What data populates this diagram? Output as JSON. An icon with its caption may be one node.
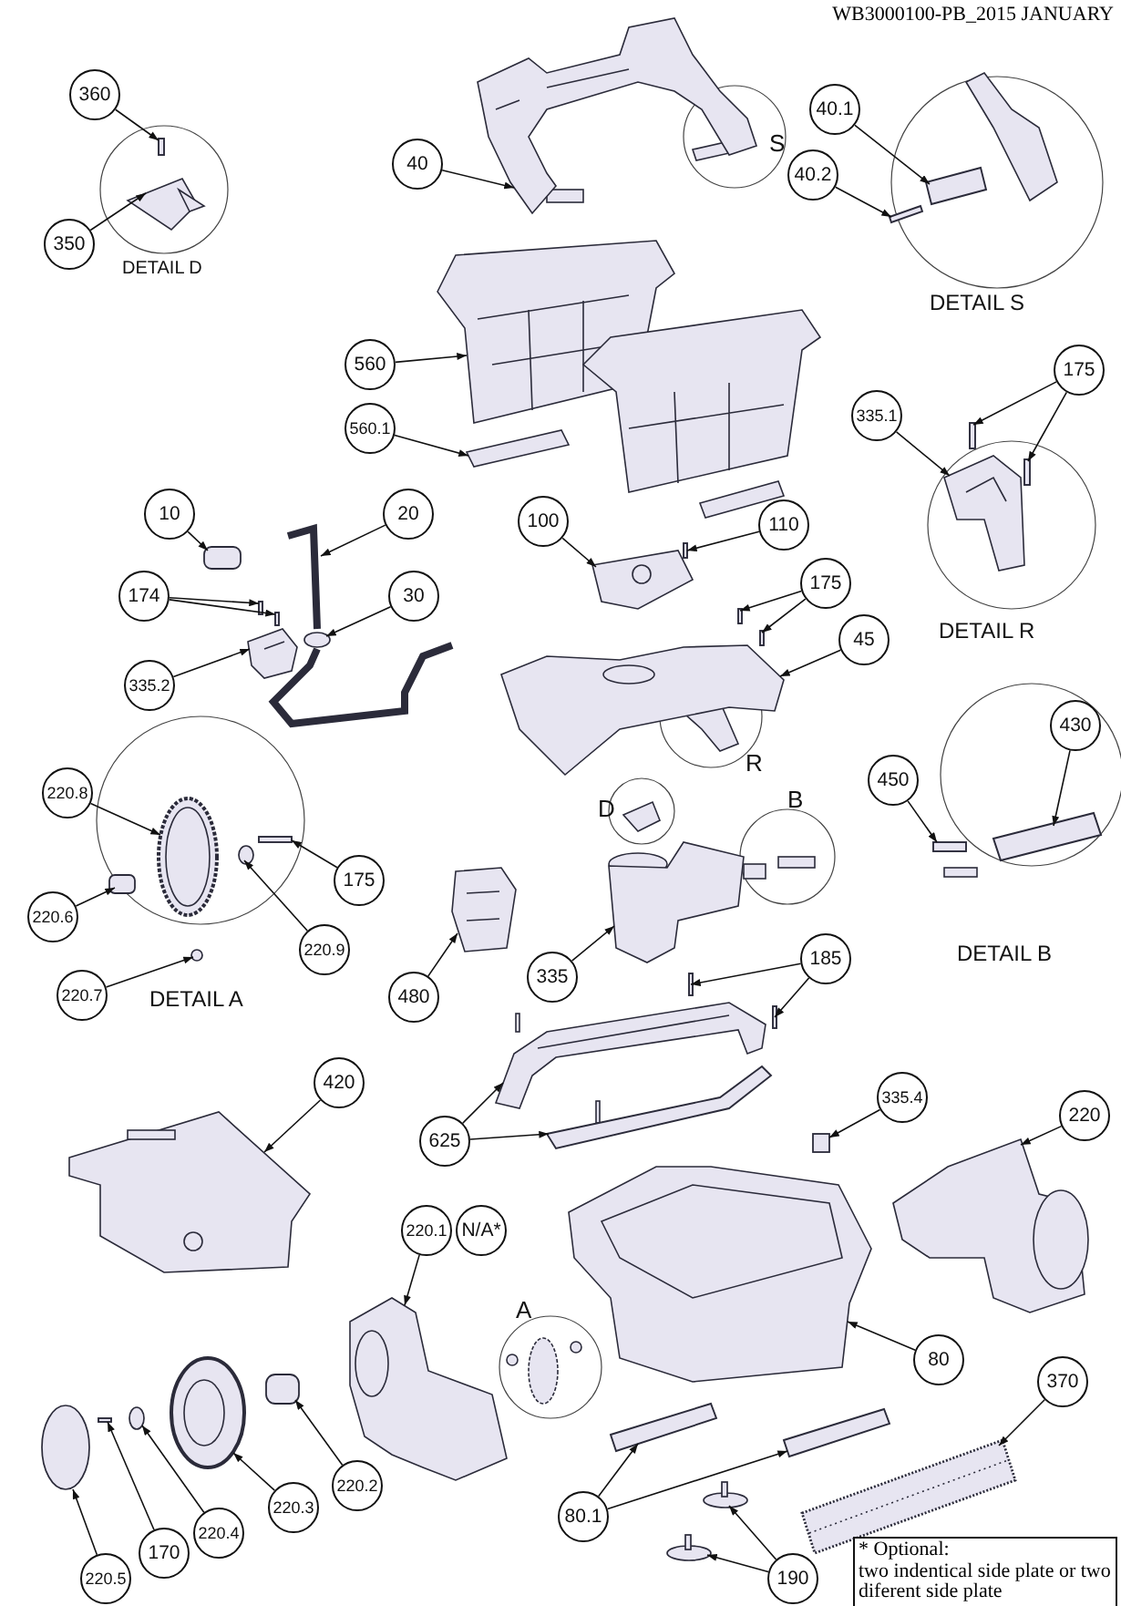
{
  "diagram": {
    "title": "WB3000100-PB_2015 JANUARY",
    "nodes": [
      {
        "text": [
          "360"
        ]
      },
      {
        "text": [
          "350"
        ]
      },
      {
        "text": [
          "40"
        ]
      },
      {
        "text": [
          "40.1"
        ]
      },
      {
        "text": [
          "40.2"
        ]
      },
      {
        "text": [
          "560"
        ]
      },
      {
        "text": [
          "560.1"
        ]
      },
      {
        "text": [
          "175"
        ]
      },
      {
        "text": [
          "335.1"
        ]
      },
      {
        "text": [
          "10"
        ]
      },
      {
        "text": [
          "20"
        ]
      },
      {
        "text": [
          "100"
        ]
      },
      {
        "text": [
          "110"
        ]
      },
      {
        "text": [
          "174"
        ]
      },
      {
        "text": [
          "30"
        ]
      },
      {
        "text": [
          "335.2"
        ]
      },
      {
        "text": [
          "175"
        ]
      },
      {
        "text": [
          "45"
        ]
      },
      {
        "text": [
          "430"
        ]
      },
      {
        "text": [
          "450"
        ]
      },
      {
        "text": [
          "220.8"
        ]
      },
      {
        "text": [
          "175"
        ]
      },
      {
        "text": [
          "220.6"
        ]
      },
      {
        "text": [
          "220.9"
        ]
      },
      {
        "text": [
          "220.7"
        ]
      },
      {
        "text": [
          "480"
        ]
      },
      {
        "text": [
          "335"
        ]
      },
      {
        "text": [
          "185"
        ]
      },
      {
        "text": [
          "420"
        ]
      },
      {
        "text": [
          "625"
        ]
      },
      {
        "text": [
          "335.4"
        ]
      },
      {
        "text": [
          "220"
        ]
      },
      {
        "text": [
          "220.1"
        ]
      },
      {
        "text": [
          "N/A*"
        ]
      },
      {
        "text": [
          "80"
        ]
      },
      {
        "text": [
          "370"
        ]
      },
      {
        "text": [
          "220.2"
        ]
      },
      {
        "text": [
          "220.3"
        ]
      },
      {
        "text": [
          "220.4"
        ]
      },
      {
        "text": [
          "170"
        ]
      },
      {
        "text": [
          "220.5"
        ]
      },
      {
        "text": [
          "80.1"
        ]
      },
      {
        "text": [
          "190"
        ]
      },
      {
        "text": [],
        "shape": "bar"
      },
      {
        "text": [],
        "shape": "picture"
      },
      {
        "text": [],
        "shape": "picture"
      },
      {
        "text": [],
        "shape": "bar"
      },
      {
        "text": [],
        "shape": "bar"
      },
      {
        "text": [],
        "shape": "picture"
      },
      {
        "text": [],
        "shape": "picture"
      },
      {
        "text": [],
        "shape": "bar"
      },
      {
        "text": [],
        "shape": "bar"
      },
      {
        "text": [],
        "shape": "picture"
      },
      {
        "text": [],
        "shape": "box"
      },
      {
        "text": [],
        "shape": "bar"
      },
      {
        "text": [],
        "shape": "bar"
      },
      {
        "text": [],
        "shape": "bar"
      },
      {
        "text": [],
        "shape": "circle"
      },
      {
        "text": [],
        "shape": "picture"
      },
      {
        "text": [],
        "shape": "picture"
      },
      {
        "text": [],
        "shape": "bar"
      },
      {
        "text": [],
        "shape": "bar"
      },
      {
        "text": [],
        "shape": "bar"
      },
      {
        "text": [],
        "shape": "picture"
      },
      {
        "text": [],
        "shape": "cylinder"
      },
      {
        "text": [],
        "shape": "bar"
      },
      {
        "text": [],
        "shape": "picture"
      },
      {
        "text": [],
        "shape": "bar"
      },
      {
        "text": [],
        "shape": "box"
      },
      {
        "text": [],
        "shape": "circle"
      },
      {
        "text": [],
        "shape": "circle"
      },
      {
        "text": [],
        "shape": "picture"
      },
      {
        "text": [],
        "shape": "picture"
      },
      {
        "text": [],
        "shape": "bar"
      },
      {
        "text": [],
        "shape": "bar"
      },
      {
        "text": [],
        "shape": "picture"
      },
      {
        "text": [],
        "shape": "picture"
      },
      {
        "text": [],
        "shape": "bar"
      },
      {
        "text": [],
        "shape": "box"
      },
      {
        "text": [],
        "shape": "picture"
      },
      {
        "text": [],
        "shape": "picture"
      },
      {
        "text": [],
        "shape": "picture"
      },
      {
        "text": [],
        "shape": "picture"
      },
      {
        "text": [],
        "shape": "box"
      },
      {
        "text": [],
        "shape": "picture"
      },
      {
        "text": [],
        "shape": "circle"
      },
      {
        "text": [],
        "shape": "bar"
      },
      {
        "text": [],
        "shape": "circle"
      },
      {
        "text": [],
        "shape": "bar"
      },
      {
        "text": [],
        "shape": "bar"
      },
      {
        "text": [],
        "shape": "circle"
      },
      {
        "text": [],
        "shape": "circle"
      }
    ],
    "edges": [
      {
        "from": 0,
        "to": 43,
        "arrow": "to"
      },
      {
        "from": 1,
        "to": 44,
        "arrow": "to"
      },
      {
        "from": 2,
        "to": 45,
        "arrow": "to"
      },
      {
        "from": 3,
        "to": 46,
        "arrow": "to"
      },
      {
        "from": 4,
        "to": 47,
        "arrow": "to"
      },
      {
        "from": 5,
        "to": 48,
        "arrow": "to"
      },
      {
        "from": 6,
        "to": 49,
        "arrow": "to"
      },
      {
        "from": 7,
        "to": 50,
        "arrow": "to"
      },
      {
        "from": 7,
        "to": 51,
        "arrow": "to"
      },
      {
        "from": 8,
        "to": 52,
        "arrow": "to"
      },
      {
        "from": 9,
        "to": 53,
        "arrow": "to"
      },
      {
        "from": 10,
        "to": 54,
        "arrow": "to"
      },
      {
        "from": 11,
        "to": 59,
        "arrow": "to"
      },
      {
        "from": 12,
        "to": 60,
        "arrow": "to"
      },
      {
        "from": 13,
        "to": 55,
        "arrow": "to"
      },
      {
        "from": 13,
        "to": 56,
        "arrow": "to"
      },
      {
        "from": 14,
        "to": 57,
        "arrow": "to"
      },
      {
        "from": 15,
        "to": 58,
        "arrow": "to"
      },
      {
        "from": 16,
        "to": 61,
        "arrow": "to"
      },
      {
        "from": 16,
        "to": 62,
        "arrow": "to"
      },
      {
        "from": 17,
        "to": 63,
        "arrow": "to"
      },
      {
        "from": 18,
        "to": 64,
        "arrow": "to"
      },
      {
        "from": 19,
        "to": 65,
        "arrow": "to"
      },
      {
        "from": 20,
        "to": 66,
        "arrow": "to"
      },
      {
        "from": 21,
        "to": 67,
        "arrow": "to"
      },
      {
        "from": 22,
        "to": 68,
        "arrow": "to"
      },
      {
        "from": 23,
        "to": 69,
        "arrow": "to"
      },
      {
        "from": 24,
        "to": 70,
        "arrow": "to"
      },
      {
        "from": 25,
        "to": 71,
        "arrow": "to"
      },
      {
        "from": 26,
        "to": 72,
        "arrow": "to"
      },
      {
        "from": 27,
        "to": 73,
        "arrow": "to"
      },
      {
        "from": 27,
        "to": 74,
        "arrow": "to"
      },
      {
        "from": 28,
        "to": 75,
        "arrow": "to"
      },
      {
        "from": 29,
        "to": 76,
        "arrow": "to"
      },
      {
        "from": 29,
        "to": 77,
        "arrow": "to"
      },
      {
        "from": 30,
        "to": 78,
        "arrow": "to"
      },
      {
        "from": 31,
        "to": 79,
        "arrow": "to"
      },
      {
        "from": 32,
        "to": 80,
        "arrow": "to"
      },
      {
        "from": 34,
        "to": 81,
        "arrow": "to"
      },
      {
        "from": 35,
        "to": 82,
        "arrow": "to"
      },
      {
        "from": 36,
        "to": 83,
        "arrow": "to"
      },
      {
        "from": 37,
        "to": 84,
        "arrow": "to"
      },
      {
        "from": 38,
        "to": 85,
        "arrow": "to"
      },
      {
        "from": 39,
        "to": 86,
        "arrow": "to"
      },
      {
        "from": 40,
        "to": 87,
        "arrow": "to"
      },
      {
        "from": 41,
        "to": 88,
        "arrow": "to"
      },
      {
        "from": 41,
        "to": 89,
        "arrow": "to"
      },
      {
        "from": 42,
        "to": 90,
        "arrow": "to"
      },
      {
        "from": 42,
        "to": 91,
        "arrow": "to"
      }
    ],
    "labels": [
      "S",
      "DETAIL D",
      "DETAIL S",
      "DETAIL R",
      "R",
      "D",
      "B",
      "DETAIL B",
      "DETAIL A",
      "A",
      "* Optional:",
      "two indentical side plate or two diferent side plate"
    ]
  }
}
